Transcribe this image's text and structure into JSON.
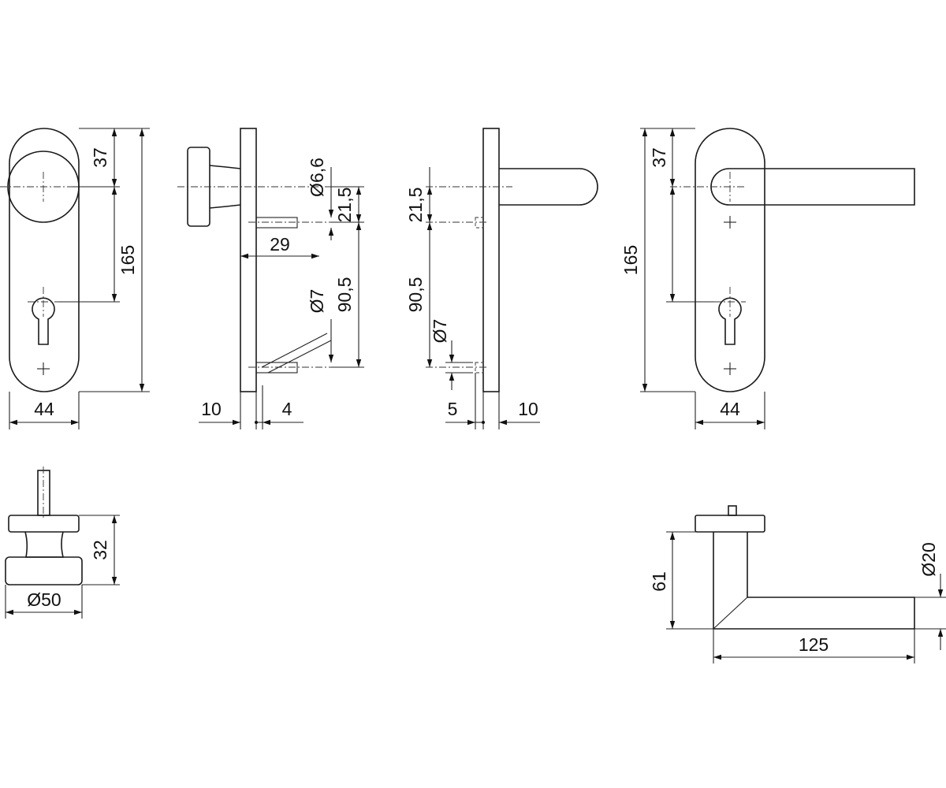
{
  "colors": {
    "line": "#1a1a1a",
    "background": "#ffffff"
  },
  "labels": {
    "knob_plate_width": "44",
    "knob_plate_top": "37",
    "knob_plate_height": "165",
    "side_plate_thickness": "10",
    "side_stud_offset": "4",
    "side_stud_diameter": "Ø6,6",
    "side_stud_spacing": "21,5",
    "side_stud_length": "29",
    "side_lower_stud_diameter": "Ø7",
    "side_stud_distance": "90,5",
    "lever_side_upper": "21,5",
    "lever_side_lower": "90,5",
    "lever_side_stud_diameter": "Ø7",
    "lever_side_offset": "5",
    "lever_side_thickness": "10",
    "lever_plate_top": "37",
    "lever_plate_height": "165",
    "lever_plate_width": "44",
    "knob_height": "32",
    "knob_diameter": "Ø50",
    "lever_height": "61",
    "lever_diameter": "Ø20",
    "lever_length": "125"
  }
}
